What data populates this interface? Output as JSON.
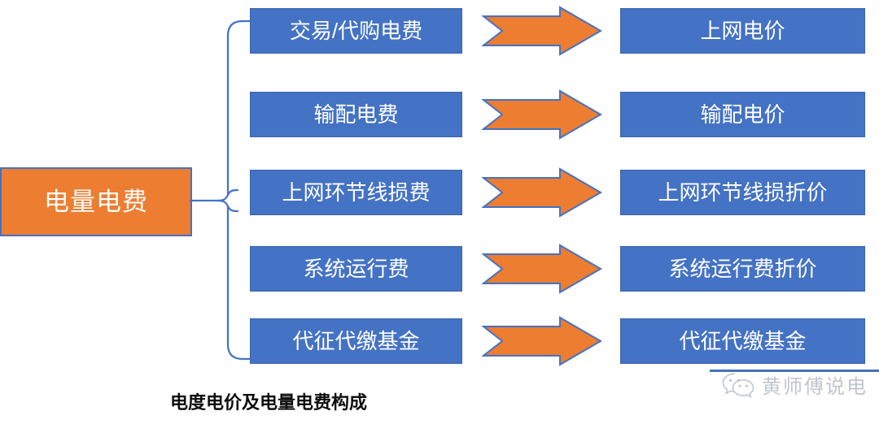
{
  "diagram": {
    "type": "flow-mapping",
    "caption": "电度电价及电量电费构成",
    "source": {
      "label": "电量电费",
      "fill": "#ED7D31",
      "border": "#4472C4",
      "text_color": "#FFFFFF"
    },
    "brace": {
      "name": "curly-brace-connector",
      "color": "#4472C4",
      "branches": 5
    },
    "arrow": {
      "name": "right-arrow",
      "fill": "#ED7D31",
      "border": "#4472C4",
      "count": 5
    },
    "box_style": {
      "fill": "#4472C4",
      "border": "#3A62AA",
      "text_color": "#FFFFFF"
    },
    "rows": [
      {
        "fee": "交易/代购电费",
        "price": "上网电价"
      },
      {
        "fee": "输配电费",
        "price": "输配电价"
      },
      {
        "fee": "上网环节线损费",
        "price": "上网环节线损折价"
      },
      {
        "fee": "系统运行费",
        "price": "系统运行费折价"
      },
      {
        "fee": "代征代缴基金",
        "price": "代征代缴基金"
      }
    ]
  },
  "watermark": {
    "text": "黄师傅说电",
    "icon": "wechat-icon",
    "color": "#9AA3AD"
  }
}
